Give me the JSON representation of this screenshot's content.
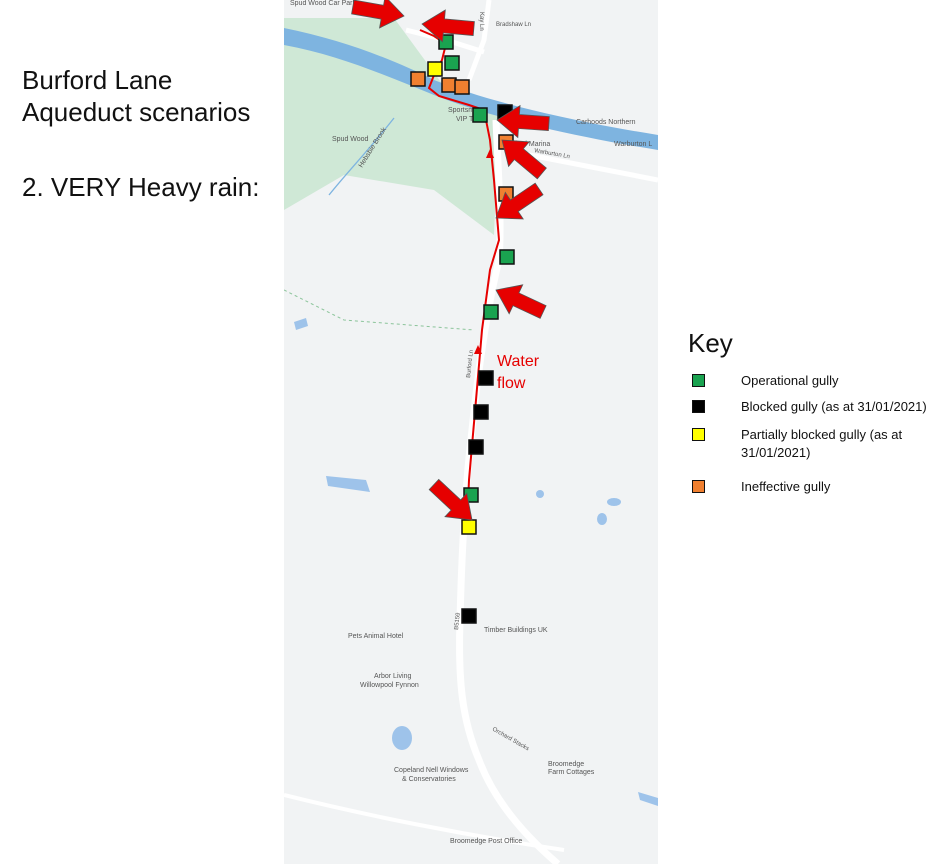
{
  "title": {
    "line1": "Burford Lane",
    "line2": "Aqueduct scenarios"
  },
  "subtitle": "2. VERY Heavy rain:",
  "colors": {
    "operational": "#1aa350",
    "blocked": "#000000",
    "partial": "#ffff00",
    "ineffective": "#f08030",
    "arrow": "#e60000",
    "water_flow": "#e60000",
    "woodland": "#cfe8d6",
    "canal": "#7eb4e0",
    "map_bg": "#f1f3f4"
  },
  "map": {
    "water_flow_label": [
      "Water",
      "flow"
    ],
    "labels": {
      "spud_wood_car_park": "Spud Wood Car Park",
      "spud_wood": "Spud Wood",
      "hebsbie_brook": "Hebsbie Brook",
      "bradshaw_ln": "Bradshaw Ln",
      "kay_ln": "Kay Ln",
      "sportsmans": "Sportsman",
      "vip": "VIP T",
      "burford_marina": "Burford Marina",
      "carhoods_northern": "Carhoods Northern",
      "warburton_ln": "Warburton Ln",
      "warburton": "Warburton L",
      "burford_ln": "Burford Ln",
      "b5159": "B5159",
      "pets_animal_hotel": "Pets Animal Hotel",
      "timber_buildings": "Timber Buildings UK",
      "arbor_living": "Arbor Living",
      "willowpool": "Willowpool Fynnon",
      "orchard_stacks": "Orchard Stacks",
      "broomedge_farm": "Broomedge",
      "farm_cottages": "Farm Cottages",
      "copeland": "Copeland Nell Windows",
      "conservatories": "& Conservatories",
      "broomedge_post_office": "Broomedge Post Office"
    },
    "gullies": [
      {
        "type": "operational"
      },
      {
        "type": "partial"
      },
      {
        "type": "operational"
      },
      {
        "type": "ineffective"
      },
      {
        "type": "ineffective"
      },
      {
        "type": "ineffective"
      },
      {
        "type": "operational"
      },
      {
        "type": "blocked"
      },
      {
        "type": "ineffective"
      },
      {
        "type": "ineffective"
      },
      {
        "type": "operational"
      },
      {
        "type": "operational"
      },
      {
        "type": "blocked"
      },
      {
        "type": "blocked"
      },
      {
        "type": "blocked"
      },
      {
        "type": "operational"
      },
      {
        "type": "partial"
      },
      {
        "type": "blocked"
      }
    ],
    "arrow_count": 7
  },
  "key": {
    "title": "Key",
    "items": [
      {
        "type": "operational",
        "label": "Operational gully"
      },
      {
        "type": "blocked",
        "label": "Blocked gully (as at 31/01/2021)"
      },
      {
        "type": "partial",
        "label": "Partially blocked gully (as at 31/01/2021)"
      },
      {
        "type": "ineffective",
        "label": "Ineffective gully"
      }
    ]
  }
}
